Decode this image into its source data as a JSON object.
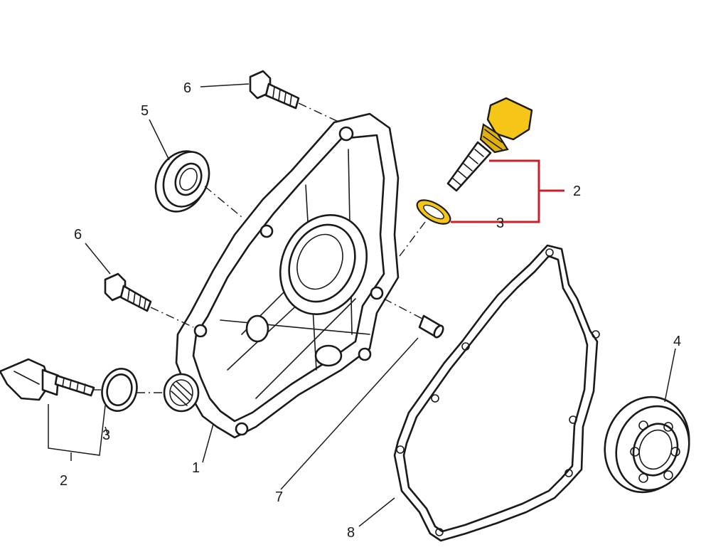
{
  "colors": {
    "highlight_bracket": "#c8202a",
    "highlight_part": "#f5c518",
    "line": "#1a1a1a",
    "background": "#ffffff"
  },
  "callouts": {
    "bolt_top": "6",
    "oil_seal": "5",
    "bolt_left": "6",
    "dipstick_highlighted": "2",
    "washer_highlighted": "3",
    "dipstick_left": "2",
    "washer_left": "3",
    "crankcase_cover": "1",
    "dowel_pin": "7",
    "gasket": "8",
    "ball_bearing": "4"
  }
}
